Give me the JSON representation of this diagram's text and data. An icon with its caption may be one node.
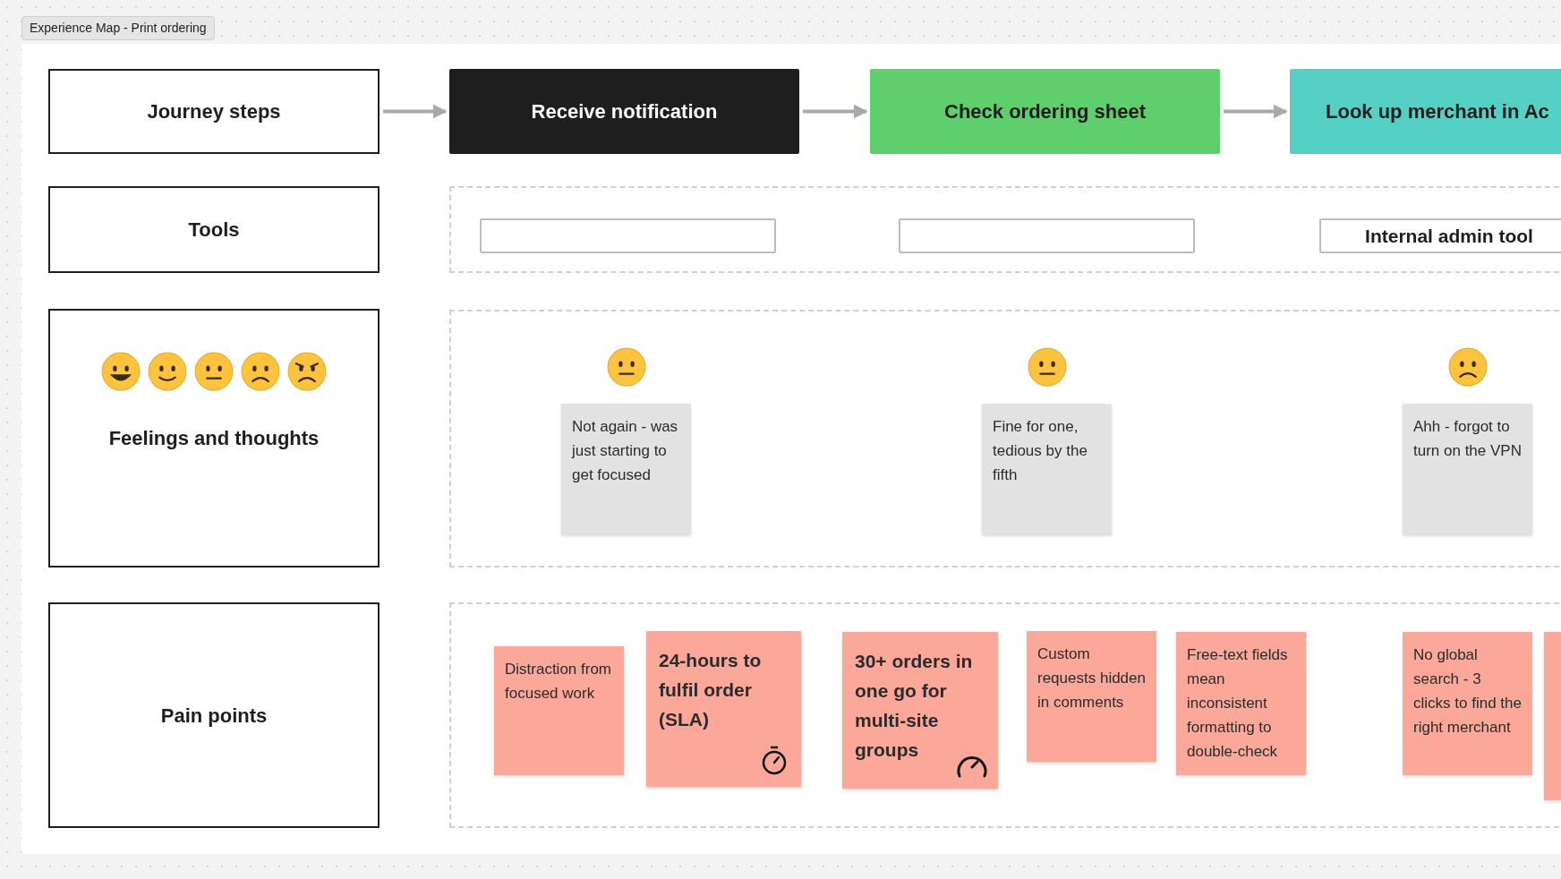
{
  "diagram": {
    "title": "Experience Map - Print ordering",
    "nodes": [
      {
        "text": [
          "Journey steps"
        ]
      },
      {
        "text": [
          "Receive notification"
        ]
      },
      {
        "text": [
          "Check ordering sheet"
        ]
      },
      {
        "text": [
          "Look up merchant in Ac"
        ]
      },
      {
        "text": [
          "Tools"
        ]
      },
      {
        "text": [],
        "shape": "box"
      },
      {
        "text": [],
        "shape": "box",
        "in": 5
      },
      {
        "text": [],
        "shape": "box",
        "in": 5
      },
      {
        "text": [
          "Internal admin tool"
        ],
        "in": 5
      },
      {
        "text": [
          "Feelings and thoughts"
        ]
      },
      {
        "text": [],
        "shape": "box"
      },
      {
        "text": [
          "Not again - was just starting to get focused"
        ],
        "in": 10
      },
      {
        "text": [
          "Fine for one, tedious by the fifth"
        ],
        "in": 10
      },
      {
        "text": [
          "Ahh - forgot to turn on the VPN"
        ],
        "in": 10
      },
      {
        "text": [
          "Pain points"
        ]
      },
      {
        "text": [],
        "shape": "box"
      },
      {
        "text": [
          "Distraction from focused work"
        ],
        "in": 15
      },
      {
        "text": [
          "24-hours to fulfil order (SLA)"
        ],
        "in": 15
      },
      {
        "text": [
          "30+ orders in one go for multi-site groups"
        ],
        "in": 15
      },
      {
        "text": [
          "Custom requests hidden in comments"
        ],
        "in": 15
      },
      {
        "text": [
          "Free-text fields mean inconsistent formatting to double-check"
        ],
        "in": 15
      },
      {
        "text": [
          "No global search - 3 clicks to find the right merchant"
        ],
        "in": 15
      },
      {
        "text": [],
        "shape": "box",
        "in": 15
      }
    ],
    "edges": [
      {
        "from": 0,
        "to": 1,
        "arrow": "to"
      },
      {
        "from": 1,
        "to": 2,
        "arrow": "to"
      },
      {
        "from": 2,
        "to": 3,
        "arrow": "to"
      }
    ]
  }
}
